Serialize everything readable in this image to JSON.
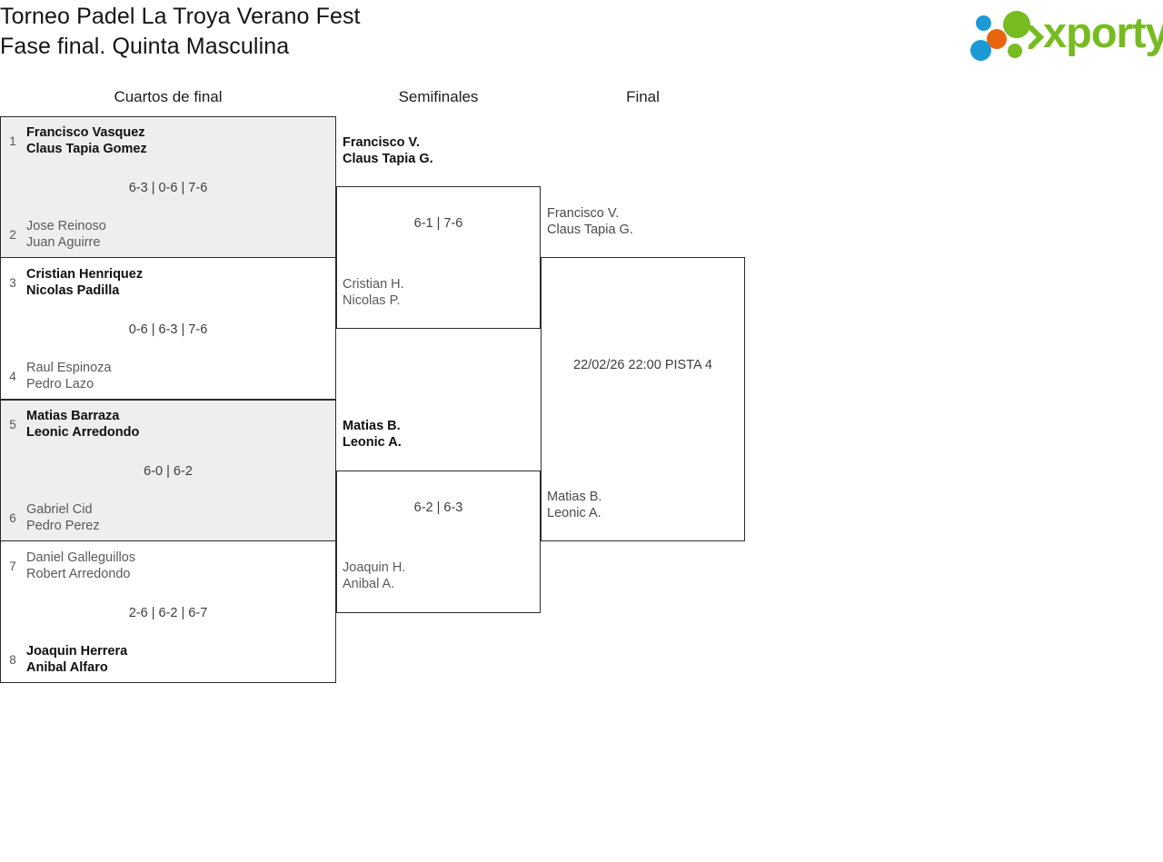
{
  "header": {
    "title_line1": "Torneo Padel La Troya Verano Fest",
    "title_line2": "Fase final. Quinta Masculina",
    "logo_text": "xporty",
    "logo_colors": {
      "green": "#76bc21",
      "blue": "#1c9ad6",
      "orange": "#e8650d"
    }
  },
  "rounds": [
    {
      "label": "Cuartos de final"
    },
    {
      "label": "Semifinales"
    },
    {
      "label": "Final"
    }
  ],
  "quarterfinals": [
    {
      "score": "6-3 | 0-6 | 7-6",
      "top": {
        "seed": "1",
        "player1": "Francisco Vasquez",
        "player2": "Claus Tapia Gomez",
        "result": "winner"
      },
      "bottom": {
        "seed": "2",
        "player1": "Jose Reinoso",
        "player2": "Juan Aguirre",
        "result": "loser"
      }
    },
    {
      "score": "0-6 | 6-3 | 7-6",
      "top": {
        "seed": "3",
        "player1": "Cristian Henriquez",
        "player2": "Nicolas Padilla",
        "result": "winner"
      },
      "bottom": {
        "seed": "4",
        "player1": "Raul Espinoza",
        "player2": "Pedro Lazo",
        "result": "loser"
      }
    },
    {
      "score": "6-0 | 6-2",
      "top": {
        "seed": "5",
        "player1": "Matias Barraza",
        "player2": "Leonic Arredondo",
        "result": "winner"
      },
      "bottom": {
        "seed": "6",
        "player1": "Gabriel Cid",
        "player2": "Pedro Perez",
        "result": "loser"
      }
    },
    {
      "score": "2-6 | 6-2 | 6-7",
      "top": {
        "seed": "7",
        "player1": "Daniel Galleguillos",
        "player2": "Robert Arredondo",
        "result": "loser"
      },
      "bottom": {
        "seed": "8",
        "player1": "Joaquin Herrera",
        "player2": "Anibal Alfaro",
        "result": "winner"
      }
    }
  ],
  "semifinals": [
    {
      "score": "6-1 | 7-6",
      "top": {
        "player1": "Francisco V.",
        "player2": "Claus Tapia G.",
        "result": "winner"
      },
      "bottom": {
        "player1": "Cristian H.",
        "player2": "Nicolas P.",
        "result": "loser"
      }
    },
    {
      "score": "6-2 | 6-3",
      "top": {
        "player1": "Matias B.",
        "player2": "Leonic A.",
        "result": "winner"
      },
      "bottom": {
        "player1": "Joaquin H.",
        "player2": "Anibal A.",
        "result": "loser"
      }
    }
  ],
  "final": {
    "schedule": "22/02/26 22:00 PISTA 4",
    "top": {
      "player1": "Francisco V.",
      "player2": "Claus Tapia G.",
      "result": "pending"
    },
    "bottom": {
      "player1": "Matias B.",
      "player2": "Leonic A.",
      "result": "pending"
    }
  }
}
